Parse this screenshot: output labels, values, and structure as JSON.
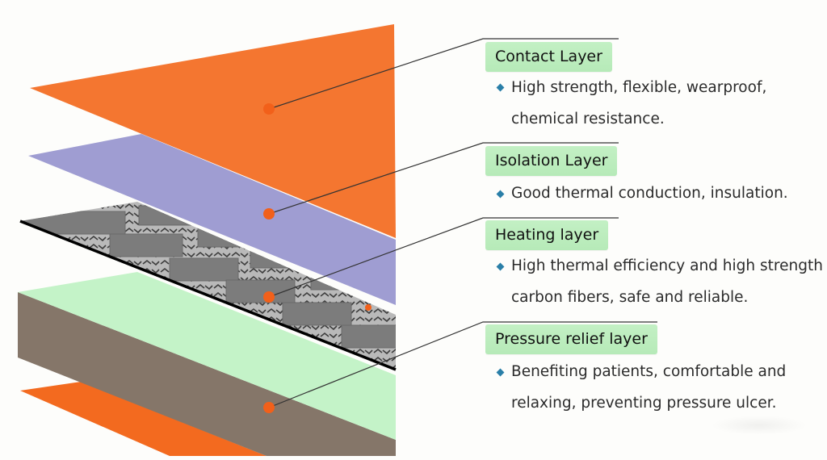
{
  "diagram": {
    "colors": {
      "contact": "#f47630",
      "isolation": "#9f9dd2",
      "heating": "#7d7d7d",
      "pressure_top": "#c4f3c8",
      "pressure_side": "#857669",
      "marker": "#f2601a",
      "label_bg": "#bdeebf",
      "bullet": "#2a7fa8"
    },
    "layers": [
      {
        "name": "Contact Layer",
        "bullet_lines": [
          "High strength, flexible, wearproof,",
          "chemical resistance."
        ]
      },
      {
        "name": "Isolation Layer",
        "bullet_lines": [
          "Good thermal conduction, insulation."
        ]
      },
      {
        "name": "Heating layer",
        "bullet_lines": [
          "High thermal efficiency and high strength",
          "carbon fibers, safe and reliable."
        ]
      },
      {
        "name": "Pressure relief layer",
        "bullet_lines": [
          "Benefiting patients, comfortable and",
          "relaxing, preventing pressure ulcer."
        ]
      }
    ]
  }
}
